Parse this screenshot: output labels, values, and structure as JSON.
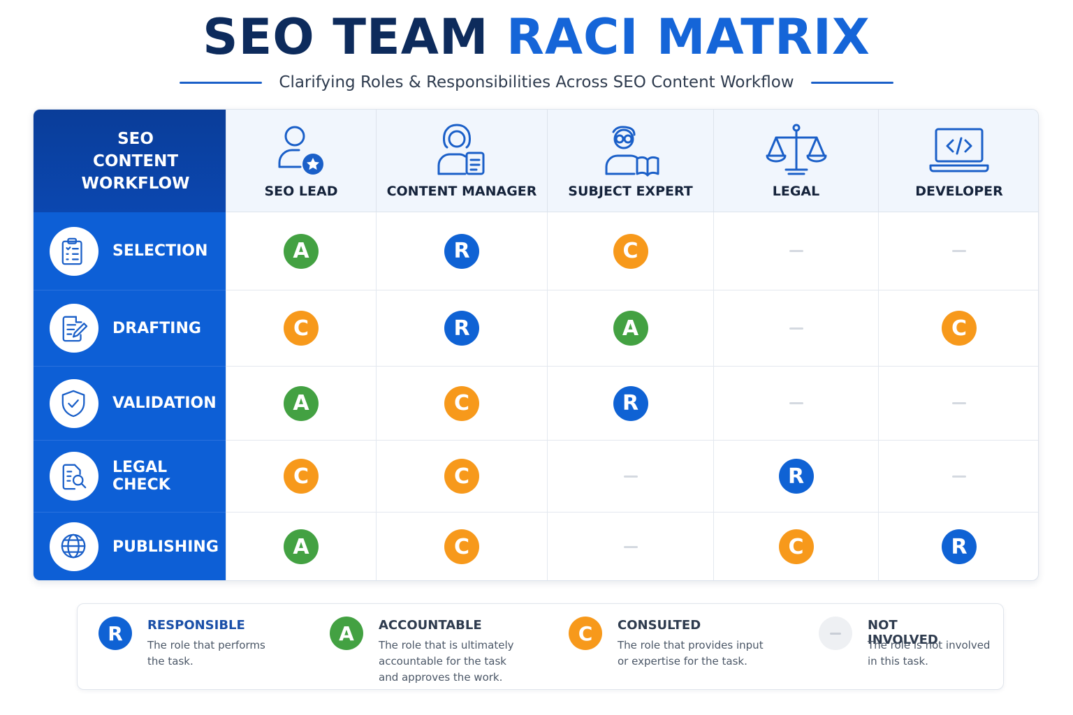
{
  "title": {
    "part1": "SEO TEAM",
    "part2": "RACI MATRIX"
  },
  "subtitle": "Clarifying Roles & Responsibilities Across SEO Content Workflow",
  "corner_label": "SEO CONTENT WORKFLOW",
  "roles": [
    {
      "label": "SEO LEAD",
      "icon": "user-star-icon"
    },
    {
      "label": "CONTENT MANAGER",
      "icon": "woman-document-icon"
    },
    {
      "label": "SUBJECT EXPERT",
      "icon": "expert-book-icon"
    },
    {
      "label": "LEGAL",
      "icon": "scales-icon"
    },
    {
      "label": "DEVELOPER",
      "icon": "laptop-code-icon"
    }
  ],
  "tasks": [
    {
      "label": "SELECTION",
      "icon": "clipboard-list-icon",
      "cells": [
        "A",
        "R",
        "C",
        "-",
        "-"
      ]
    },
    {
      "label": "DRAFTING",
      "icon": "document-edit-icon",
      "cells": [
        "C",
        "R",
        "A",
        "-",
        "C"
      ]
    },
    {
      "label": "VALIDATION",
      "icon": "shield-check-icon",
      "cells": [
        "A",
        "C",
        "R",
        "-",
        "-"
      ]
    },
    {
      "label": "LEGAL CHECK",
      "icon": "document-search-icon",
      "cells": [
        "C",
        "C",
        "-",
        "R",
        "-"
      ]
    },
    {
      "label": "PUBLISHING",
      "icon": "globe-icon",
      "cells": [
        "A",
        "C",
        "-",
        "C",
        "R"
      ]
    }
  ],
  "legend": [
    {
      "code": "R",
      "title": "RESPONSIBLE",
      "desc": "The role that performs\nthe task.",
      "color": "#0f62d4"
    },
    {
      "code": "A",
      "title": "ACCOUNTABLE",
      "desc": "The role that is ultimately\naccountable for the task\nand approves the work.",
      "color": "#43a142"
    },
    {
      "code": "C",
      "title": "CONSULTED",
      "desc": "The role that provides input\nor expertise for the task.",
      "color": "#f7991b"
    },
    {
      "code": "-",
      "title": "NOT INVOLVED",
      "desc": "The role is not involved\nin this task.",
      "color": "#d4d9e0"
    }
  ],
  "colors": {
    "dark_navy": "#0d2b5c",
    "accent_blue": "#1565d8",
    "task_blue": "#0d5fd6",
    "header_navy": "#0a3d99"
  }
}
